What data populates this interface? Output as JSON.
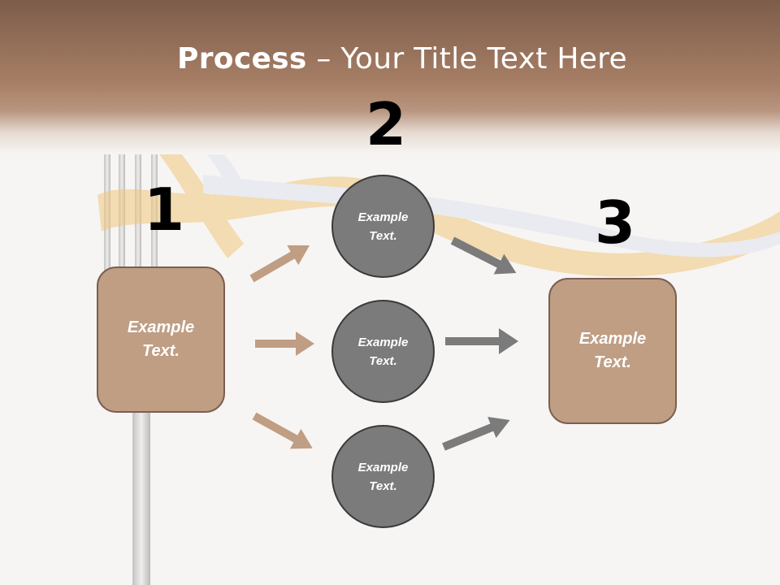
{
  "title": {
    "bold": "Process",
    "rest": " – Your Title Text Here"
  },
  "steps": [
    {
      "number": "1",
      "text": "Example Text."
    },
    {
      "number": "2",
      "text": "Example Text."
    },
    {
      "number": "3",
      "text": "Example Text."
    }
  ],
  "circles": [
    {
      "text": "Example Text."
    },
    {
      "text": "Example Text."
    },
    {
      "text": "Example Text."
    }
  ],
  "colors": {
    "header": "#8a6550",
    "box_fill": "#bf9e84",
    "box_border": "#7b5f51",
    "circle_fill": "#7b7b7b",
    "arrow_left": "#bf9e84",
    "arrow_right": "#7b7b7b"
  }
}
